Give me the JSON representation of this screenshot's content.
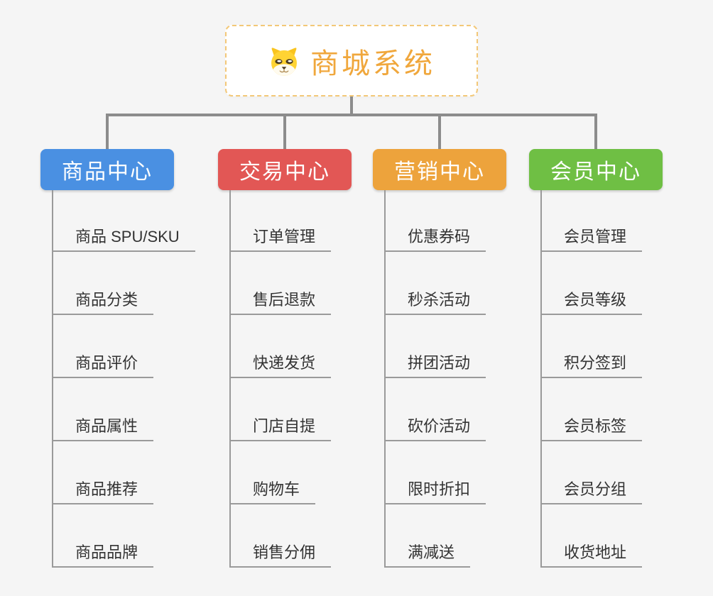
{
  "canvas": {
    "background_color": "#f5f5f5",
    "connector_color": "#8c8c8c",
    "leaf_line_color": "#9a9a9a",
    "leaf_text_color": "#333333"
  },
  "root": {
    "title": "商城系统",
    "icon": "dog-face-icon",
    "text_color": "#f0a73c",
    "border_color": "#f3c878",
    "background_color": "#ffffff"
  },
  "branches": [
    {
      "label": "商品中心",
      "color": "#4a90e2",
      "children": [
        "商品 SPU/SKU",
        "商品分类",
        "商品评价",
        "商品属性",
        "商品推荐",
        "商品品牌"
      ]
    },
    {
      "label": "交易中心",
      "color": "#e25755",
      "children": [
        "订单管理",
        "售后退款",
        "快递发货",
        "门店自提",
        "购物车",
        "销售分佣"
      ]
    },
    {
      "label": "营销中心",
      "color": "#eda33c",
      "children": [
        "优惠券码",
        "秒杀活动",
        "拼团活动",
        "砍价活动",
        "限时折扣",
        "满减送"
      ]
    },
    {
      "label": "会员中心",
      "color": "#6fbf44",
      "children": [
        "会员管理",
        "会员等级",
        "积分签到",
        "会员标签",
        "会员分组",
        "收货地址"
      ]
    }
  ]
}
